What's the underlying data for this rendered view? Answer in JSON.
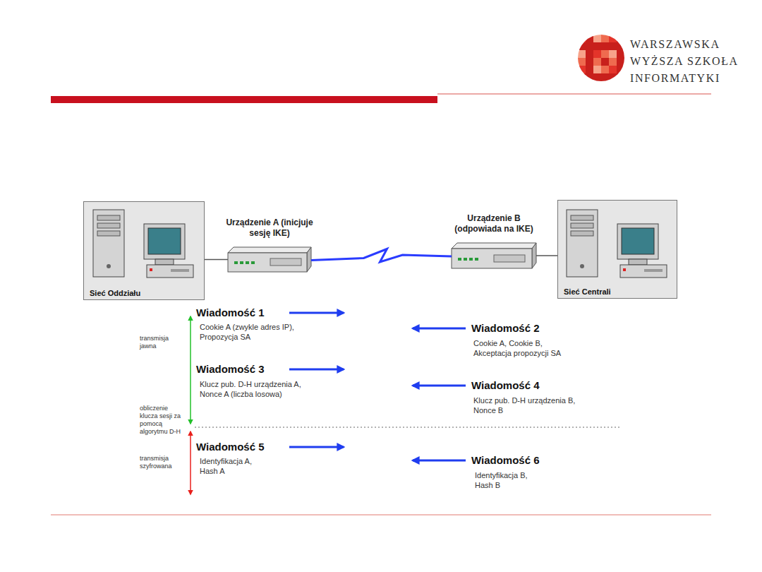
{
  "diagram": {
    "nodes": [
      {
        "text": [
          "Sieć Oddziału"
        ]
      },
      {
        "text": [
          "Urządzenie A (inicjuje sesję IKE)"
        ]
      },
      {
        "text": [
          "Urządzenie B (odpowiada na IKE)"
        ]
      },
      {
        "text": [
          "Sieć Centrali"
        ]
      }
    ],
    "edges": [
      {
        "from": 0,
        "to": 1,
        "arrow": "none"
      },
      {
        "from": 1,
        "to": 2,
        "arrow": "none"
      },
      {
        "from": 2,
        "to": 3,
        "arrow": "none"
      }
    ],
    "labels": [
      "WARSZAWSKA",
      "WYŻSZA SZKOŁA",
      "INFORMATYKI",
      "Wiadomość 1",
      "Cookie A (zwykle adres IP), Propozycja SA",
      "Wiadomość 2",
      "Cookie A, Cookie B, Akceptacja propozycji SA",
      "Wiadomość 3",
      "Klucz pub. D-H urządzenia A, Nonce A (liczba losowa)",
      "Wiadomość 4",
      "Klucz pub. D-H urządzenia B, Nonce B",
      "Wiadomość 5",
      "Identyfikacja A, Hash A",
      "Wiadomość 6",
      "Identyfikacja B, Hash B",
      "transmisja jawna",
      "obliczenie klucza sesji za pomocą algorytmu D-H",
      "transmisja szyfrowana"
    ]
  }
}
